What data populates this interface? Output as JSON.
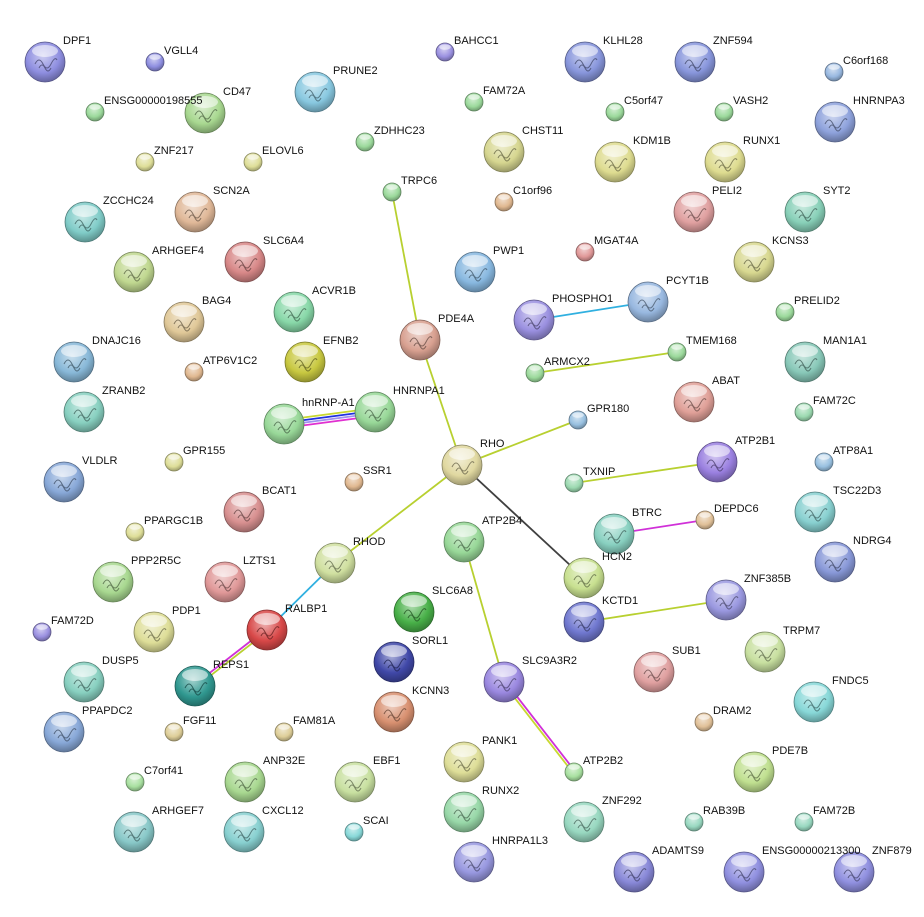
{
  "network": {
    "nodes": [
      {
        "name": "DPF1",
        "color": "#8e8ee0"
      },
      {
        "name": "VGLL4",
        "color": "#8e8ee0"
      },
      {
        "name": "ENSG00000198555",
        "color": "#9bd99b"
      },
      {
        "name": "CD47",
        "color": "#a8d890"
      },
      {
        "name": "ZNF217",
        "color": "#dede98"
      },
      {
        "name": "ELOVL6",
        "color": "#dede98"
      },
      {
        "name": "PRUNE2",
        "color": "#88c8e0"
      },
      {
        "name": "ZDHHC23",
        "color": "#9bd99b"
      },
      {
        "name": "BAHCC1",
        "color": "#9a90e0"
      },
      {
        "name": "FAM72A",
        "color": "#9bd99b"
      },
      {
        "name": "KLHL28",
        "color": "#8896dc"
      },
      {
        "name": "ZNF594",
        "color": "#8896dc"
      },
      {
        "name": "C6orf168",
        "color": "#98b8e0"
      },
      {
        "name": "C5orf47",
        "color": "#9bd99b"
      },
      {
        "name": "VASH2",
        "color": "#9bd99b"
      },
      {
        "name": "HNRNPA3",
        "color": "#8ea2dc"
      },
      {
        "name": "CHST11",
        "color": "#d6d690"
      },
      {
        "name": "KDM1B",
        "color": "#dedc90"
      },
      {
        "name": "RUNX1",
        "color": "#dedc90"
      },
      {
        "name": "TRPC6",
        "color": "#9bd99b"
      },
      {
        "name": "C1orf96",
        "color": "#e0b890"
      },
      {
        "name": "ZCCHC24",
        "color": "#80ccc8"
      },
      {
        "name": "SCN2A",
        "color": "#e0b898"
      },
      {
        "name": "PELI2",
        "color": "#e0a0a0"
      },
      {
        "name": "SYT2",
        "color": "#88d0b8"
      },
      {
        "name": "SLC6A4",
        "color": "#d88888"
      },
      {
        "name": "ARHGEF4",
        "color": "#c0d890"
      },
      {
        "name": "PWP1",
        "color": "#88b8e0"
      },
      {
        "name": "MGAT4A",
        "color": "#e09898"
      },
      {
        "name": "KCNS3",
        "color": "#d8d890"
      },
      {
        "name": "ACVR1B",
        "color": "#88d8a8"
      },
      {
        "name": "PHOSPHO1",
        "color": "#9a90e0"
      },
      {
        "name": "PCYT1B",
        "color": "#98b8e0"
      },
      {
        "name": "PRELID2",
        "color": "#9bd99b"
      },
      {
        "name": "BAG4",
        "color": "#e0c898"
      },
      {
        "name": "PDE4A",
        "color": "#d8a090"
      },
      {
        "name": "DNAJC16",
        "color": "#88b8d8"
      },
      {
        "name": "EFNB2",
        "color": "#c8c840"
      },
      {
        "name": "ATP6V1C2",
        "color": "#e0b890"
      },
      {
        "name": "ARMCX2",
        "color": "#9bd99b"
      },
      {
        "name": "TMEM168",
        "color": "#9bd99b"
      },
      {
        "name": "MAN1A1",
        "color": "#88c8b8"
      },
      {
        "name": "ABAT",
        "color": "#e0a098"
      },
      {
        "name": "HNRNPA1",
        "color": "#98d898"
      },
      {
        "name": "hnRNP-A1",
        "color": "#98d898"
      },
      {
        "name": "ZRANB2",
        "color": "#88d0c0"
      },
      {
        "name": "FAM72C",
        "color": "#9bd9b0"
      },
      {
        "name": "GPR180",
        "color": "#98c0e0"
      },
      {
        "name": "RHO",
        "color": "#e0d8a0"
      },
      {
        "name": "ATP2B1",
        "color": "#9a80e0"
      },
      {
        "name": "ATP8A1",
        "color": "#98c0e0"
      },
      {
        "name": "GPR155",
        "color": "#dede98"
      },
      {
        "name": "SSR1",
        "color": "#e0b890"
      },
      {
        "name": "VLDLR",
        "color": "#88a8d8"
      },
      {
        "name": "TXNIP",
        "color": "#9bd9b0"
      },
      {
        "name": "BCAT1",
        "color": "#d89090"
      },
      {
        "name": "TSC22D3",
        "color": "#88d0d0"
      },
      {
        "name": "BTRC",
        "color": "#88d0c0"
      },
      {
        "name": "DEPDC6",
        "color": "#e0c098"
      },
      {
        "name": "PPARGC1B",
        "color": "#dede98"
      },
      {
        "name": "ATP2B4",
        "color": "#98d898"
      },
      {
        "name": "RHOD",
        "color": "#d0e0a0"
      },
      {
        "name": "NDRG4",
        "color": "#8898d8"
      },
      {
        "name": "HCN2",
        "color": "#c8e090"
      },
      {
        "name": "PPP2R5C",
        "color": "#a8d890"
      },
      {
        "name": "LZTS1",
        "color": "#e09898"
      },
      {
        "name": "ZNF385B",
        "color": "#9a98e0"
      },
      {
        "name": "SLC6A8",
        "color": "#48b048"
      },
      {
        "name": "KCTD1",
        "color": "#7078d0"
      },
      {
        "name": "RALBP1",
        "color": "#d84848"
      },
      {
        "name": "PDP1",
        "color": "#dede98"
      },
      {
        "name": "FAM72D",
        "color": "#9a90e0"
      },
      {
        "name": "TRPM7",
        "color": "#c8e0a0"
      },
      {
        "name": "SORL1",
        "color": "#4048a8"
      },
      {
        "name": "SUB1",
        "color": "#e0a0a0"
      },
      {
        "name": "SLC9A3R2",
        "color": "#9a88e0"
      },
      {
        "name": "DUSP5",
        "color": "#88d0c0"
      },
      {
        "name": "REPS1",
        "color": "#309890"
      },
      {
        "name": "FNDC5",
        "color": "#88d8d8"
      },
      {
        "name": "KCNN3",
        "color": "#d89070"
      },
      {
        "name": "PPAPDC2",
        "color": "#88a8d8"
      },
      {
        "name": "FGF11",
        "color": "#dece98"
      },
      {
        "name": "FAM81A",
        "color": "#dece98"
      },
      {
        "name": "DRAM2",
        "color": "#e0c098"
      },
      {
        "name": "PANK1",
        "color": "#dede98"
      },
      {
        "name": "PDE7B",
        "color": "#c0e090"
      },
      {
        "name": "ANP32E",
        "color": "#a8d890"
      },
      {
        "name": "EBF1",
        "color": "#c8e0a0"
      },
      {
        "name": "C7orf41",
        "color": "#a8e0a0"
      },
      {
        "name": "ATP2B2",
        "color": "#a8e0a0"
      },
      {
        "name": "RUNX2",
        "color": "#98d8a8"
      },
      {
        "name": "ZNF292",
        "color": "#98d8c0"
      },
      {
        "name": "ARHGEF7",
        "color": "#88c8c8"
      },
      {
        "name": "CXCL12",
        "color": "#88d0d0"
      },
      {
        "name": "SCAI",
        "color": "#88d8d8"
      },
      {
        "name": "RAB39B",
        "color": "#98d8c0"
      },
      {
        "name": "FAM72B",
        "color": "#98d8c0"
      },
      {
        "name": "HNRPA1L3",
        "color": "#9898e0"
      },
      {
        "name": "ADAMTS9",
        "color": "#8888d8"
      },
      {
        "name": "ENSG00000213300",
        "color": "#9090e0"
      },
      {
        "name": "ZNF879",
        "color": "#9090e0"
      }
    ],
    "edges": [
      {
        "from": "TRPC6",
        "to": "PDE4A",
        "colors": [
          "#b8d030"
        ]
      },
      {
        "from": "PDE4A",
        "to": "RHO",
        "colors": [
          "#b8d030"
        ]
      },
      {
        "from": "PHOSPHO1",
        "to": "PCYT1B",
        "colors": [
          "#30b0e0"
        ]
      },
      {
        "from": "ARMCX2",
        "to": "TMEM168",
        "colors": [
          "#b8d030"
        ]
      },
      {
        "from": "hnRNP-A1",
        "to": "HNRNPA1",
        "colors": [
          "#c8d830",
          "#2030e0",
          "#a090f0",
          "#e030d0"
        ]
      },
      {
        "from": "RHO",
        "to": "GPR180",
        "colors": [
          "#b8d030"
        ]
      },
      {
        "from": "RHO",
        "to": "HCN2",
        "colors": [
          "#404040"
        ]
      },
      {
        "from": "RHO",
        "to": "RHOD",
        "colors": [
          "#b8d030"
        ]
      },
      {
        "from": "TXNIP",
        "to": "ATP2B1",
        "colors": [
          "#b8d030"
        ]
      },
      {
        "from": "BTRC",
        "to": "DEPDC6",
        "colors": [
          "#d030d8"
        ]
      },
      {
        "from": "RHOD",
        "to": "RALBP1",
        "colors": [
          "#30b0e0"
        ]
      },
      {
        "from": "RALBP1",
        "to": "REPS1",
        "colors": [
          "#b8d030",
          "#d030d8"
        ]
      },
      {
        "from": "ATP2B4",
        "to": "SLC9A3R2",
        "colors": [
          "#b8d030"
        ]
      },
      {
        "from": "SLC9A3R2",
        "to": "ATP2B2",
        "colors": [
          "#d030d8",
          "#c8d830"
        ]
      },
      {
        "from": "KCTD1",
        "to": "ZNF385B",
        "colors": [
          "#b8d030"
        ]
      }
    ]
  }
}
